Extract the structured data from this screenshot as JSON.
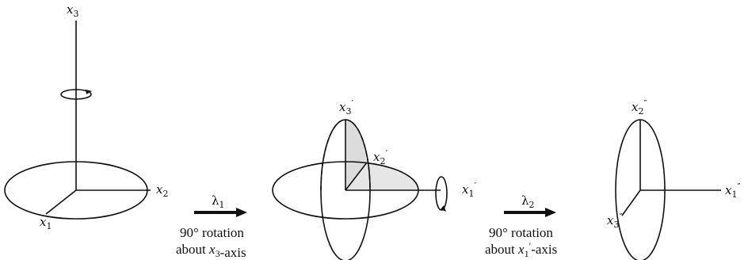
{
  "figure": {
    "step1": {
      "x1": {
        "base": "x",
        "sub": "1",
        "prime": ""
      },
      "x2": {
        "base": "x",
        "sub": "2",
        "prime": ""
      },
      "x3": {
        "base": "x",
        "sub": "3",
        "prime": ""
      }
    },
    "arrow1": {
      "lambda": "λ",
      "lambda_sub": "1",
      "line1": "90° rotation",
      "line2_pre": "about ",
      "line2_var": "x",
      "line2_sub": "3",
      "line2_prime": "",
      "line2_post": "-axis"
    },
    "step2": {
      "x1": {
        "base": "x",
        "sub": "1",
        "prime": "′"
      },
      "x2": {
        "base": "x",
        "sub": "2",
        "prime": "′"
      },
      "x3": {
        "base": "x",
        "sub": "3",
        "prime": "′"
      }
    },
    "arrow2": {
      "lambda": "λ",
      "lambda_sub": "2",
      "line1": "90° rotation",
      "line2_pre": "about ",
      "line2_var": "x",
      "line2_sub": "1",
      "line2_prime": "′",
      "line2_post": "-axis"
    },
    "step3": {
      "x1": {
        "base": "x",
        "sub": "1",
        "prime": "″"
      },
      "x2": {
        "base": "x",
        "sub": "2",
        "prime": "″"
      },
      "x3": {
        "base": "x",
        "sub": "3",
        "prime": "″"
      }
    }
  }
}
